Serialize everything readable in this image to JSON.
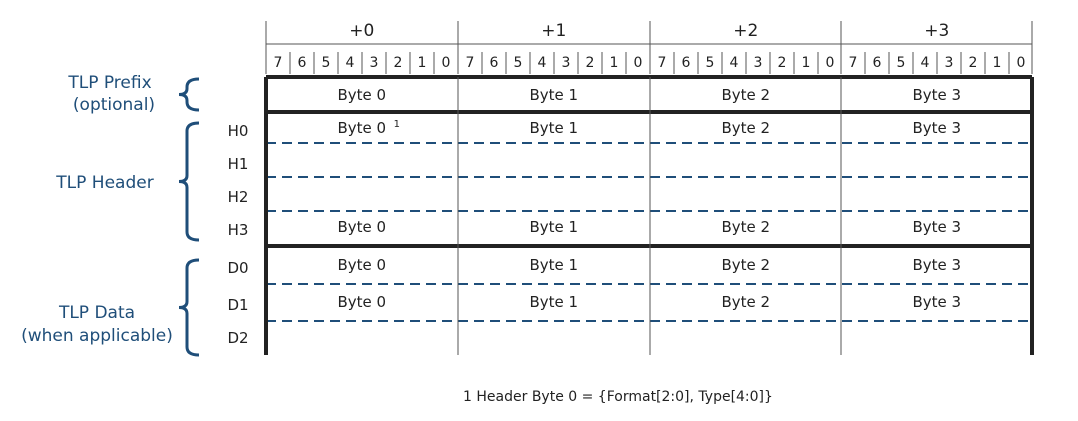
{
  "columns": [
    "+0",
    "+1",
    "+2",
    "+3"
  ],
  "bits": [
    "7",
    "6",
    "5",
    "4",
    "3",
    "2",
    "1",
    "0"
  ],
  "groups": {
    "prefix": [
      "TLP Prefix",
      "(optional)"
    ],
    "header": [
      "TLP Header"
    ],
    "data": [
      "TLP Data",
      "(when applicable)"
    ]
  },
  "rows": {
    "prefix": [
      "Byte 0",
      "Byte 1",
      "Byte 2",
      "Byte 3"
    ],
    "H0": {
      "label": "H0",
      "cells": [
        "Byte 0",
        "Byte 1",
        "Byte 2",
        "Byte 3"
      ],
      "superscript": "1"
    },
    "H1": {
      "label": "H1",
      "cells": [
        "",
        "",
        "",
        ""
      ]
    },
    "H2": {
      "label": "H2",
      "cells": [
        "",
        "",
        "",
        ""
      ]
    },
    "H3": {
      "label": "H3",
      "cells": [
        "Byte 0",
        "Byte 1",
        "Byte 2",
        "Byte 3"
      ]
    },
    "D0": {
      "label": "D0",
      "cells": [
        "Byte 0",
        "Byte 1",
        "Byte 2",
        "Byte 3"
      ]
    },
    "D1": {
      "label": "D1",
      "cells": [
        "Byte 0",
        "Byte 1",
        "Byte 2",
        "Byte 3"
      ]
    },
    "D2": {
      "label": "D2",
      "cells": [
        "",
        "",
        "",
        ""
      ]
    }
  },
  "footnote": "1 Header Byte 0 = {Format[2:0], Type[4:0]}",
  "colors": {
    "group_label": "#1f4e79",
    "dashed_line": "#1f4e79",
    "grid": "#222222"
  }
}
